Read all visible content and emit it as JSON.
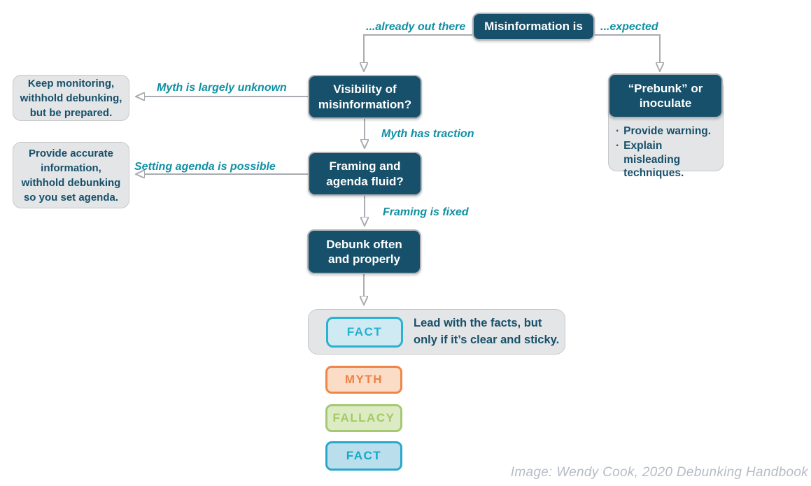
{
  "palette": {
    "node_fill": "#16506a",
    "node_text": "#ffffff",
    "node_border": "#b3b5b8",
    "panel_fill": "#e4e5e7",
    "panel_text": "#16506a",
    "edge_label_text": "#1090a4",
    "arrow": "#a9acb0",
    "myth_accent": "#ef8246",
    "myth_fill": "#fbdcc6",
    "fallacy_accent": "#a6c871",
    "fallacy_fill": "#ddebc5",
    "fact_accent": "#1caac9",
    "fact_fill": "#badeeb",
    "caption_text": "#b6bcc6"
  },
  "nodes": {
    "misinformation": "Misinformation is",
    "visibility": "Visibility of\nmisinformation?",
    "framing": "Framing and\nagenda fluid?",
    "debunk": "Debunk often\nand properly",
    "prebunk": "“Prebunk” or\ninoculate"
  },
  "outcomes": {
    "keep_monitoring": "Keep monitoring,\nwithhold debunking,\nbut be prepared.",
    "provide_accurate": "Provide accurate\ninformation,\nwithhold debunking\nso you set agenda.",
    "prebunk_bullets": [
      "Provide warning.",
      "Explain misleading\ntechniques."
    ],
    "fact_advice": "Lead with the facts, but\nonly if it’s clear and sticky."
  },
  "edge_labels": {
    "already_out_there": "...already out there",
    "expected": "...expected",
    "myth_unknown": "Myth is largely unknown",
    "myth_traction": "Myth has traction",
    "agenda_possible": "Setting agenda is possible",
    "framing_fixed": "Framing is fixed"
  },
  "legend": {
    "fact_inline": "FACT",
    "myth": "MYTH",
    "fallacy": "FALLACY",
    "fact": "FACT"
  },
  "bullet_glyph": "·",
  "caption": "Image: Wendy Cook, 2020 Debunking Handbook"
}
